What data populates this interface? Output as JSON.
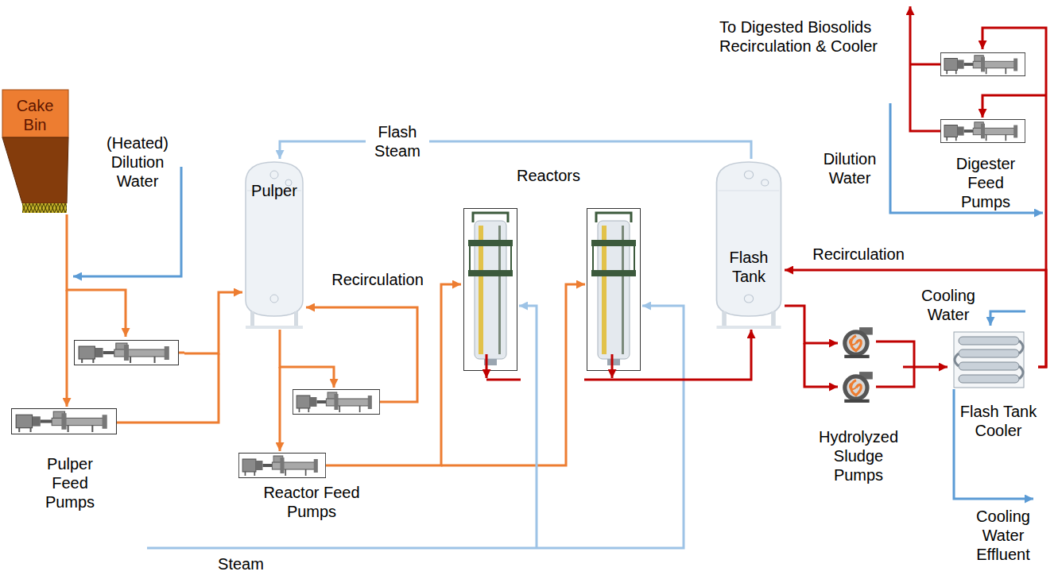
{
  "diagram": {
    "nodes": [
      {
        "text": [
          "Cake Bin"
        ]
      },
      {
        "text": [
          "Pulper Feed Pumps"
        ]
      },
      {
        "text": [
          "Pulper"
        ]
      },
      {
        "text": [
          "Reactor Feed Pumps"
        ]
      },
      {
        "text": [
          "Reactors"
        ]
      },
      {
        "text": [
          "Flash Tank"
        ]
      },
      {
        "text": [
          "Hydrolyzed Sludge Pumps"
        ]
      },
      {
        "text": [
          "Flash Tank Cooler"
        ]
      },
      {
        "text": [
          "Digester Feed Pumps"
        ]
      }
    ],
    "edges": [
      {
        "from": 0,
        "to": 1,
        "arrow": "to"
      },
      {
        "from": 1,
        "to": 2,
        "arrow": "to"
      },
      {
        "from": 2,
        "to": 3,
        "arrow": "to"
      },
      {
        "from": 3,
        "to": 2,
        "label": "Recirculation",
        "arrow": "to"
      },
      {
        "from": 3,
        "to": 4,
        "arrow": "to"
      },
      {
        "from": 4,
        "to": 5,
        "arrow": "to"
      },
      {
        "from": 5,
        "to": 2,
        "label": "Flash Steam",
        "arrow": "to"
      },
      {
        "from": 5,
        "to": 6,
        "arrow": "none"
      },
      {
        "from": 6,
        "to": 7,
        "arrow": "to"
      },
      {
        "from": 7,
        "to": 8,
        "arrow": "to"
      },
      {
        "from": 7,
        "to": 5,
        "label": "Recirculation",
        "arrow": "to"
      }
    ],
    "labels": [
      "(Heated) Dilution Water",
      "Steam",
      "To Digested Biosolids Recirculation & Cooler",
      "Dilution Water",
      "Cooling Water",
      "Cooling Water Effluent"
    ]
  }
}
